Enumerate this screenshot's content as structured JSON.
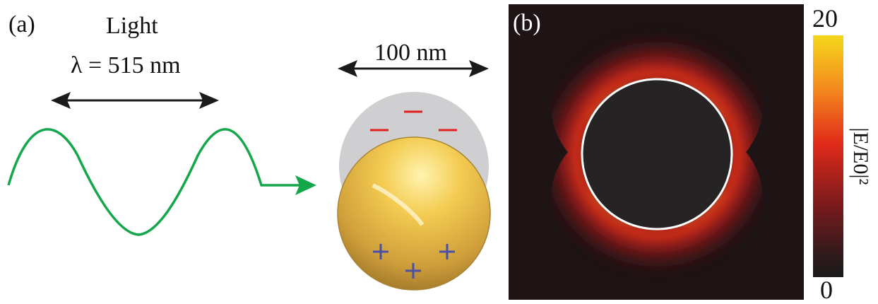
{
  "panel_a": {
    "label": "(a)",
    "light_title": "Light",
    "wavelength_text": "λ = 515 nm",
    "size_text": "100 nm",
    "charges": {
      "negative": "−",
      "positive": "+"
    },
    "colors": {
      "wave": "#13a64a",
      "arrow": "#1a1a1a",
      "gold": "#d9a93c",
      "negative": "#e0201e",
      "positive": "#4a50a8",
      "shell": "#cfcfd2"
    }
  },
  "panel_b": {
    "label": "(b)",
    "colorbar_max": "20",
    "colorbar_min": "0",
    "colorbar_label": "|E/E0|²",
    "colors": {
      "background": "#1e1416",
      "particle": "#262324",
      "rim": "#ffffff",
      "hot": "#ff2a16"
    }
  }
}
